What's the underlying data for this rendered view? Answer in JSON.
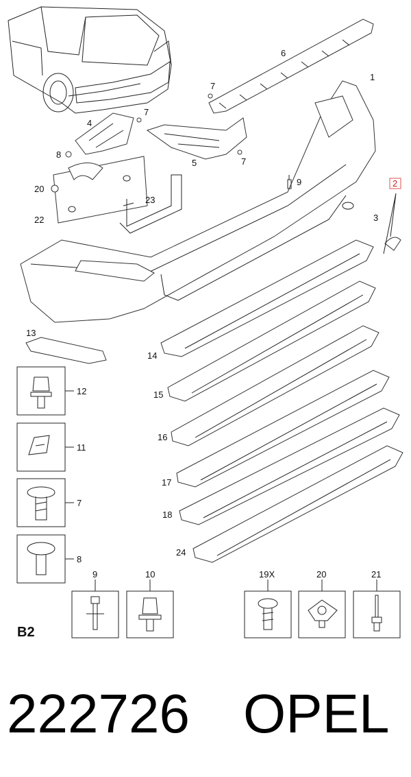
{
  "callouts": {
    "c1": "1",
    "c2": "2",
    "c3": "3",
    "c4": "4",
    "c5": "5",
    "c6": "6",
    "c7a": "7",
    "c7b": "7",
    "c7c": "7",
    "c8": "8",
    "c9": "9",
    "c20": "20",
    "c22": "22",
    "c23": "23",
    "c13": "13",
    "c14": "14",
    "c15": "15",
    "c16": "16",
    "c17": "17",
    "c18": "18",
    "c24": "24"
  },
  "fastener_boxes": {
    "b12": "12",
    "b11": "11",
    "b7": "7",
    "b8": "8",
    "b9": "9",
    "b10": "10",
    "b19x": "19X",
    "b20": "20",
    "b21": "21"
  },
  "section_label": "B2",
  "part_number": "222726",
  "brand": "OPEL",
  "colors": {
    "highlight": "#e05050",
    "line": "#222222"
  }
}
